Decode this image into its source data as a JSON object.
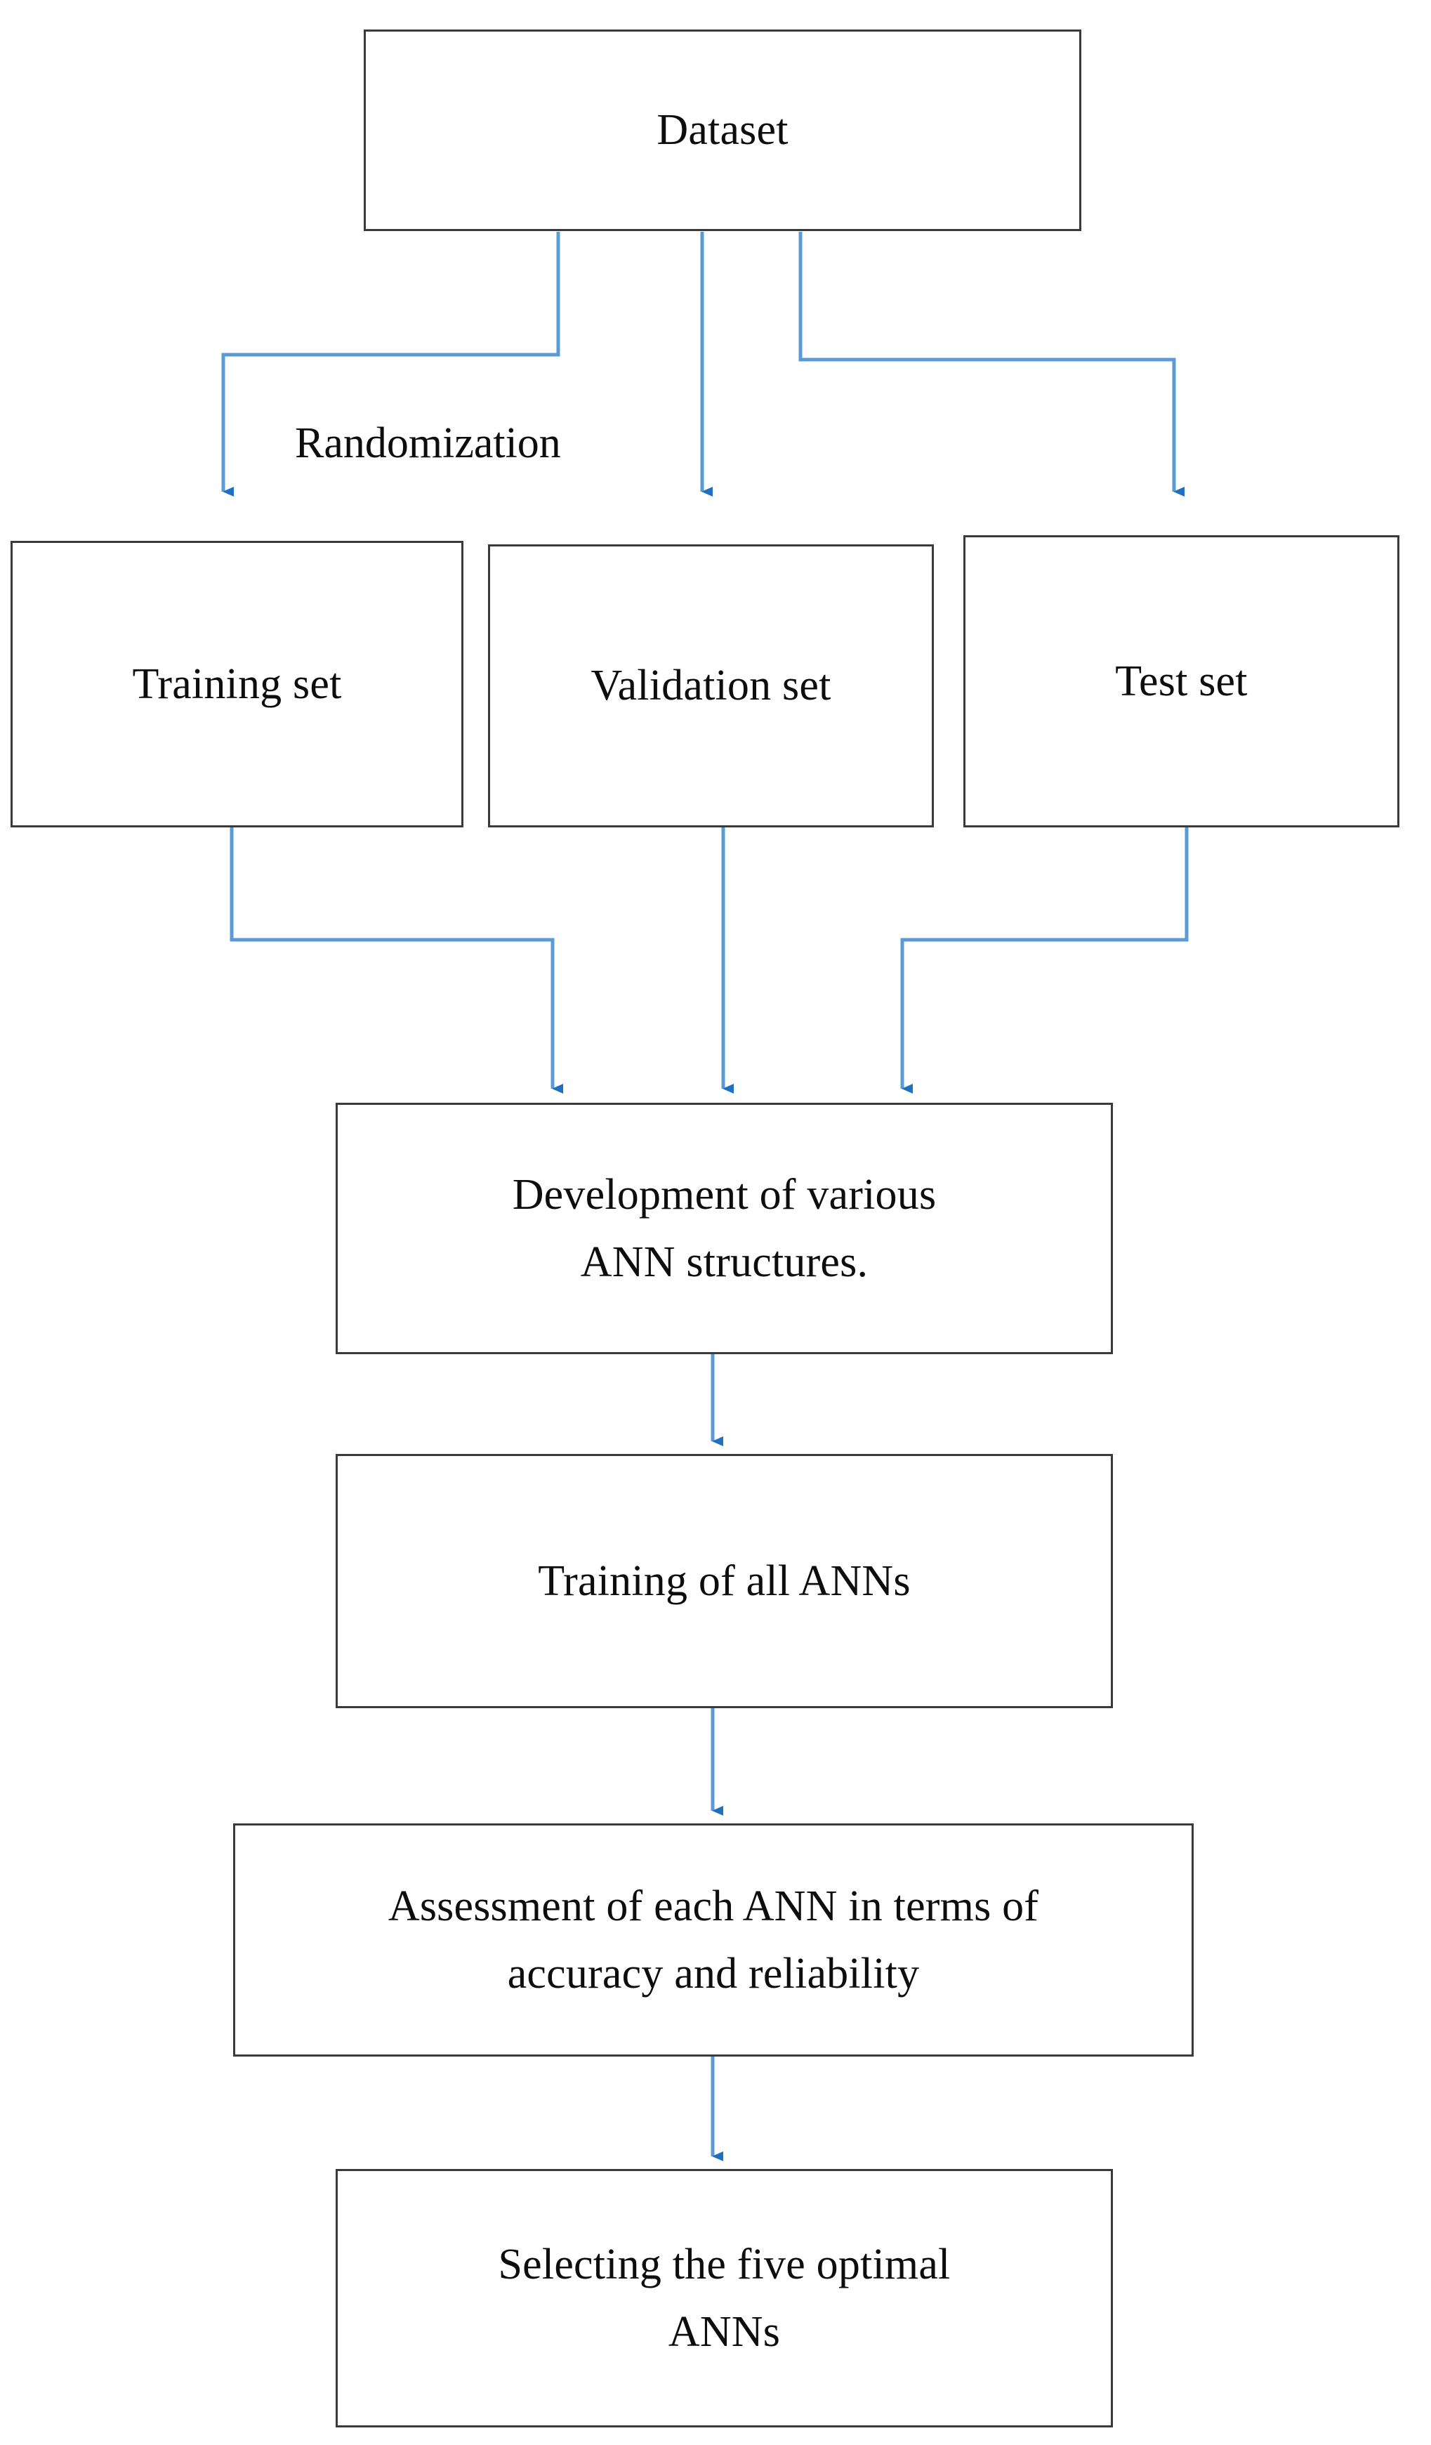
{
  "diagram": {
    "title": "ANN development and selection workflow flowchart",
    "type": "flowchart",
    "orientation": "top-to-bottom",
    "colors": {
      "node_border": "#3a3a3a",
      "node_fill": "#ffffff",
      "connector_line": "#5b9bd5",
      "arrow_head": "#1f6fc4",
      "text": "#0d0d0d",
      "background": "#ffffff"
    },
    "nodes": [
      {
        "id": "dataset",
        "label": "Dataset"
      },
      {
        "id": "training",
        "label": "Training set"
      },
      {
        "id": "validation",
        "label": "Validation set"
      },
      {
        "id": "test",
        "label": "Test set"
      },
      {
        "id": "development",
        "label": "Development of various\nANN structures."
      },
      {
        "id": "train_all",
        "label": "Training of all ANNs"
      },
      {
        "id": "assessment",
        "label": "Assessment of each ANN in terms of\naccuracy and reliability"
      },
      {
        "id": "selection",
        "label": "Selecting the five optimal\nANNs"
      }
    ],
    "edge_labels": [
      {
        "id": "randomization",
        "label": "Randomization"
      }
    ],
    "edges": [
      {
        "from": "dataset",
        "to": "training",
        "label": "Randomization"
      },
      {
        "from": "dataset",
        "to": "validation",
        "label": ""
      },
      {
        "from": "dataset",
        "to": "test",
        "label": ""
      },
      {
        "from": "training",
        "to": "development",
        "label": ""
      },
      {
        "from": "validation",
        "to": "development",
        "label": ""
      },
      {
        "from": "test",
        "to": "development",
        "label": ""
      },
      {
        "from": "development",
        "to": "train_all",
        "label": ""
      },
      {
        "from": "train_all",
        "to": "assessment",
        "label": ""
      },
      {
        "from": "assessment",
        "to": "selection",
        "label": ""
      }
    ]
  }
}
